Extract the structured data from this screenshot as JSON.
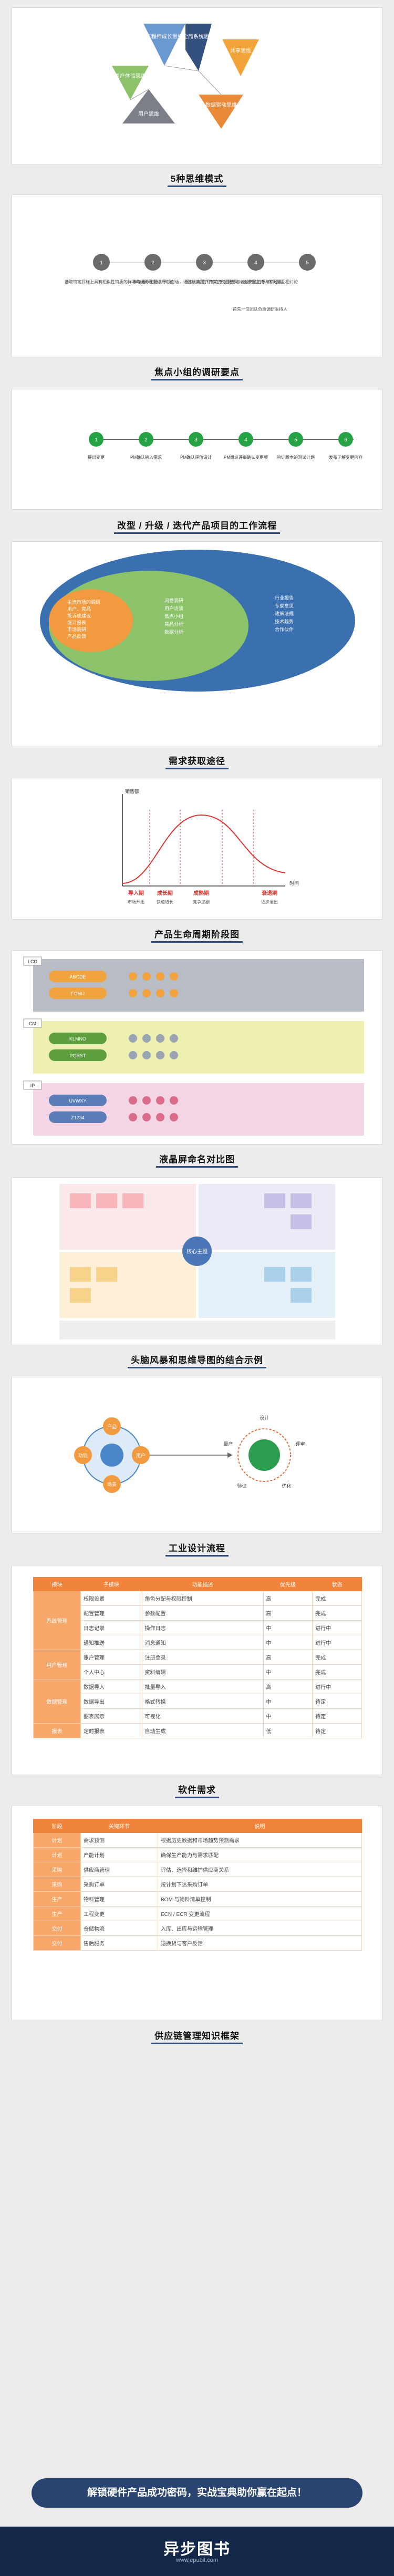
{
  "sections": {
    "mental_models": {
      "caption": "5种思维模式",
      "tiles": [
        "工程师成长思维",
        "全局系统思维",
        "共享思维",
        "用户体验思维",
        "数据驱动思维",
        "用户思维"
      ]
    },
    "focus_group": {
      "caption": "焦点小组的调研要点",
      "steps": [
        "1",
        "2",
        "3",
        "4",
        "5"
      ],
      "notes": [
        "选取特定目标上具有相似性特质的样本与调研课题进行讨论",
        "参与者以主持人带领对话，通过收集用户真实的使用感受",
        "团体讨论的目的在于发掘参与者对产品的想法和经验",
        "会根据主持人的问题互相讨论",
        "首先一位团队负责调研主持人"
      ]
    },
    "workflow": {
      "caption": "改型 / 升级 / 迭代产品项目的工作流程",
      "steps": [
        "1",
        "2",
        "3",
        "4",
        "5",
        "6"
      ],
      "labels": [
        "提出变更",
        "PM确认输入需求",
        "PM确认评估设计",
        "PM组织评审确认变更项",
        "验证版本的测试计划",
        "发布了解变更内容"
      ]
    },
    "requirements": {
      "caption": "需求获取途径",
      "inner": [
        "主流市场的调研",
        "用户、竞品",
        "投诉或建议",
        "统计报表",
        "市场调研",
        "产品反馈"
      ],
      "middle": [
        "问卷调研",
        "用户访谈",
        "焦点小组",
        "竞品分析",
        "数据分析"
      ],
      "outer": [
        "行业报告",
        "专家意见",
        "政策法规",
        "技术趋势",
        "合作伙伴"
      ]
    },
    "lifecycle": {
      "caption": "产品生命周期阶段图",
      "y_axis": "销售额",
      "x_axis": "时间",
      "phases": [
        "导入期",
        "成长期",
        "成熟期",
        "衰退期"
      ],
      "phase_notes": [
        "市场开拓",
        "快速增长",
        "竞争加剧",
        "逐步退出"
      ]
    },
    "lcd": {
      "caption": "液晶屏命名对比图",
      "groups": [
        {
          "tag": "LCD",
          "items": [
            "ABCDE",
            "FGHIJ"
          ],
          "color": "#b9bdc6"
        },
        {
          "tag": "CM",
          "items": [
            "KLMNO",
            "PQRST"
          ],
          "color": "#eef0b3"
        },
        {
          "tag": "IP",
          "items": [
            "UVWXY",
            "Z1234"
          ],
          "color": "#f3d5e6"
        }
      ]
    },
    "quadrant": {
      "caption": "头脑风暴和思维导图的结合示例",
      "center": "核心主题"
    },
    "industrial": {
      "caption": "工业设计流程",
      "ring_left": [
        "产品",
        "用户",
        "场景",
        "功能"
      ],
      "ring_right": [
        "设计",
        "评审",
        "优化",
        "验证",
        "量产"
      ]
    },
    "software": {
      "caption": "软件需求",
      "headers": [
        "模块",
        "子模块",
        "功能描述",
        "优先级",
        "状态"
      ],
      "groups": [
        "系统管理",
        "用户管理",
        "数据管理",
        "报表"
      ],
      "rows": [
        [
          "权限设置",
          "角色分配与权限控制",
          "高",
          "完成"
        ],
        [
          "配置管理",
          "参数配置",
          "高",
          "完成"
        ],
        [
          "日志记录",
          "操作日志",
          "中",
          "进行中"
        ],
        [
          "通知推送",
          "消息通知",
          "中",
          "进行中"
        ],
        [
          "账户管理",
          "注册登录",
          "高",
          "完成"
        ],
        [
          "个人中心",
          "资料编辑",
          "中",
          "完成"
        ],
        [
          "数据导入",
          "批量导入",
          "高",
          "进行中"
        ],
        [
          "数据导出",
          "格式转换",
          "中",
          "待定"
        ],
        [
          "图表展示",
          "可视化",
          "中",
          "待定"
        ],
        [
          "定时报表",
          "自动生成",
          "低",
          "待定"
        ]
      ]
    },
    "supply": {
      "caption": "供应链管理知识框架",
      "headers": [
        "阶段",
        "关键环节",
        "说明"
      ],
      "rows": [
        [
          "计划",
          "需求预测",
          "根据历史数据和市场趋势预测需求"
        ],
        [
          "计划",
          "产能计划",
          "确保生产能力与需求匹配"
        ],
        [
          "采购",
          "供应商管理",
          "评估、选择和维护供应商关系"
        ],
        [
          "采购",
          "采购订单",
          "按计划下达采购订单"
        ],
        [
          "生产",
          "物料管理",
          "BOM 与物料清单控制"
        ],
        [
          "生产",
          "工程变更",
          "ECN / ECR 变更流程"
        ],
        [
          "交付",
          "仓储物流",
          "入库、出库与运输管理"
        ],
        [
          "交付",
          "售后服务",
          "退换货与客户反馈"
        ]
      ]
    }
  },
  "banner": "解锁硬件产品成功密码，实战宝典助你赢在起点！",
  "brand": "异步图书",
  "brand_url": "www.epubit.com"
}
